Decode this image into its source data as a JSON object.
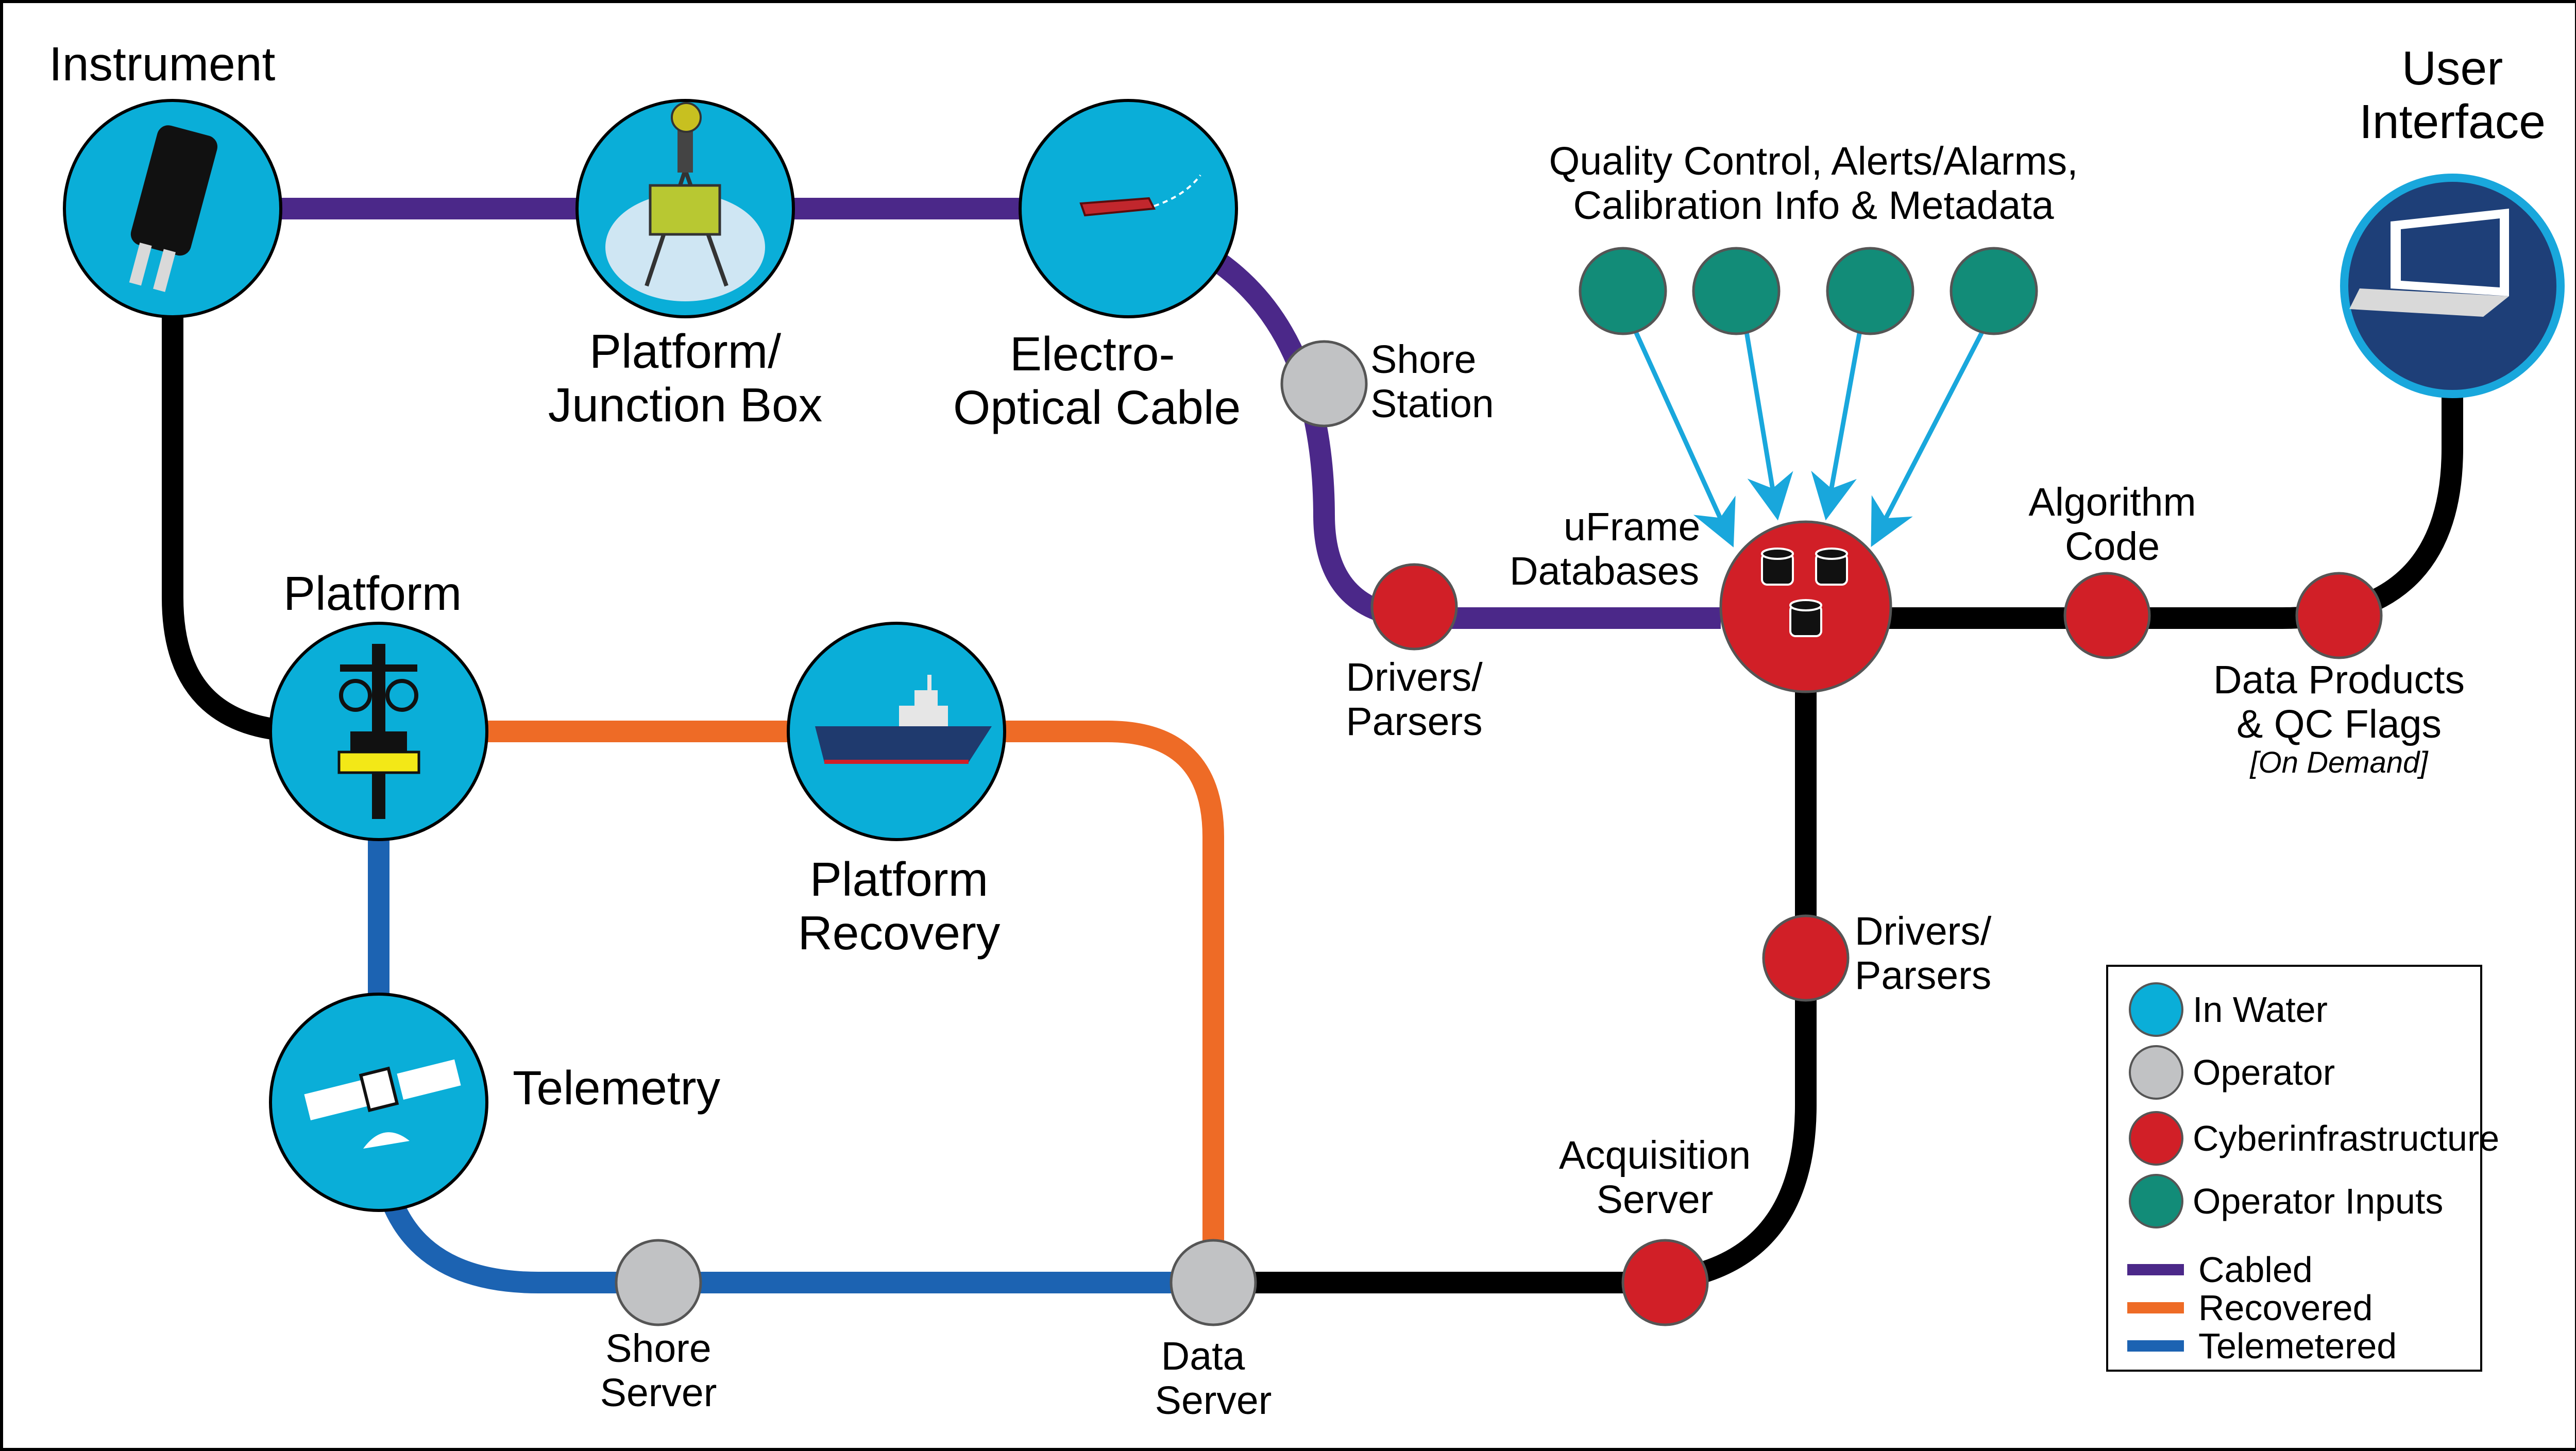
{
  "colors": {
    "in_water": "#0aaed8",
    "operator": "#c1c2c4",
    "cyberinfrastructure": "#d11f27",
    "operator_inputs": "#128c78",
    "cabled": "#4b2889",
    "recovered": "#ee6b26",
    "telemetered": "#1c63b2",
    "backbone": "#000000",
    "arrow": "#19a7dc",
    "ui_bg": "#1e3f78"
  },
  "icons": {
    "instrument": "sensor-probe-icon",
    "junction_box": "tripod-junction-box-icon",
    "cable": "cable-node-icon",
    "platform": "buoy-icon",
    "recovery": "ship-icon",
    "telemetry": "satellite-icon",
    "databases": "database-cylinders-icon",
    "user_interface": "laptop-icon"
  },
  "labels": {
    "instrument": "Instrument",
    "junction_box_1": "Platform/",
    "junction_box_2": "Junction Box",
    "cable_1": "Electro-",
    "cable_2": "Optical Cable",
    "shore_station_1": "Shore",
    "shore_station_2": "Station",
    "qc_line1": "Quality Control, Alerts/Alarms,",
    "qc_line2": "Calibration Info & Metadata",
    "user_interface_1": "User",
    "user_interface_2": "Interface",
    "uframe_1": "uFrame",
    "uframe_2": "Databases",
    "drivers_top_1": "Drivers/",
    "drivers_top_2": "Parsers",
    "algorithm_1": "Algorithm",
    "algorithm_2": "Code",
    "data_products_1": "Data Products",
    "data_products_2": "& QC Flags",
    "on_demand": "[On Demand]",
    "platform": "Platform",
    "recovery_1": "Platform",
    "recovery_2": "Recovery",
    "telemetry": "Telemetry",
    "drivers_right_1": "Drivers/",
    "drivers_right_2": "Parsers",
    "acquisition_1": "Acquisition",
    "acquisition_2": "Server",
    "shore_server_1": "Shore",
    "shore_server_2": "Server",
    "data_server_1": "Data",
    "data_server_2": "Server"
  },
  "legend": {
    "in_water": "In Water",
    "operator": "Operator",
    "cyberinfrastructure": "Cyberinfrastructure",
    "operator_inputs": "Operator Inputs",
    "cabled": "Cabled",
    "recovered": "Recovered",
    "telemetered": "Telemetered"
  }
}
